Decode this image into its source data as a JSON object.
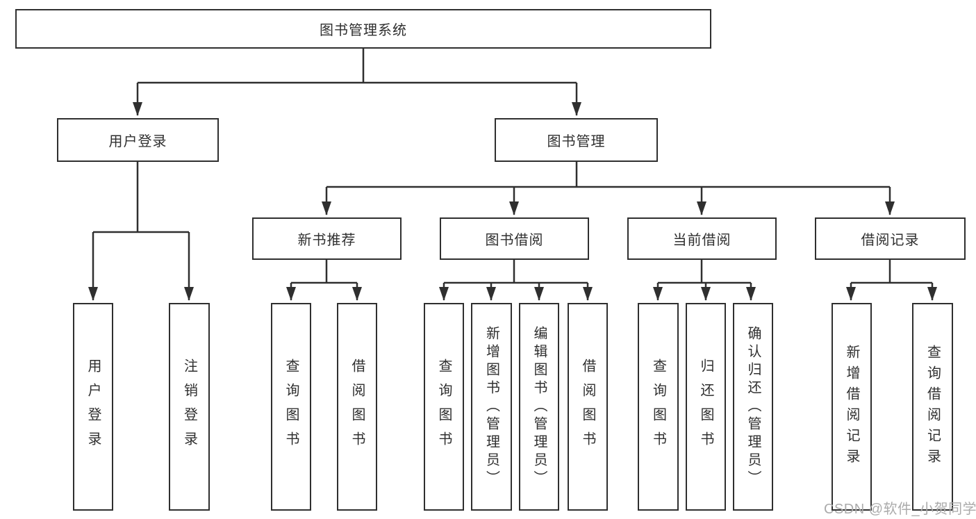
{
  "tree": {
    "label": "图书管理系统",
    "children": [
      {
        "label": "用户登录",
        "children": [
          {
            "label": "用户登录"
          },
          {
            "label": "注销登录"
          }
        ]
      },
      {
        "label": "图书管理",
        "children": [
          {
            "label": "新书推荐",
            "children": [
              {
                "label": "查询图书"
              },
              {
                "label": "借阅图书"
              }
            ]
          },
          {
            "label": "图书借阅",
            "children": [
              {
                "label": "查询图书"
              },
              {
                "label": "新增图书（管理员）"
              },
              {
                "label": "编辑图书（管理员）"
              },
              {
                "label": "借阅图书"
              }
            ]
          },
          {
            "label": "当前借阅",
            "children": [
              {
                "label": "查询图书"
              },
              {
                "label": "归还图书"
              },
              {
                "label": "确认归还（管理员）"
              }
            ]
          },
          {
            "label": "借阅记录",
            "children": [
              {
                "label": "新增借阅记录"
              },
              {
                "label": "查询借阅记录"
              }
            ]
          }
        ]
      }
    ]
  },
  "watermark": {
    "text": "CSDN @软件_小贺同学"
  },
  "colors": {
    "line": "#2f2f2f",
    "watermark": "#ababab",
    "background": "#ffffff"
  }
}
